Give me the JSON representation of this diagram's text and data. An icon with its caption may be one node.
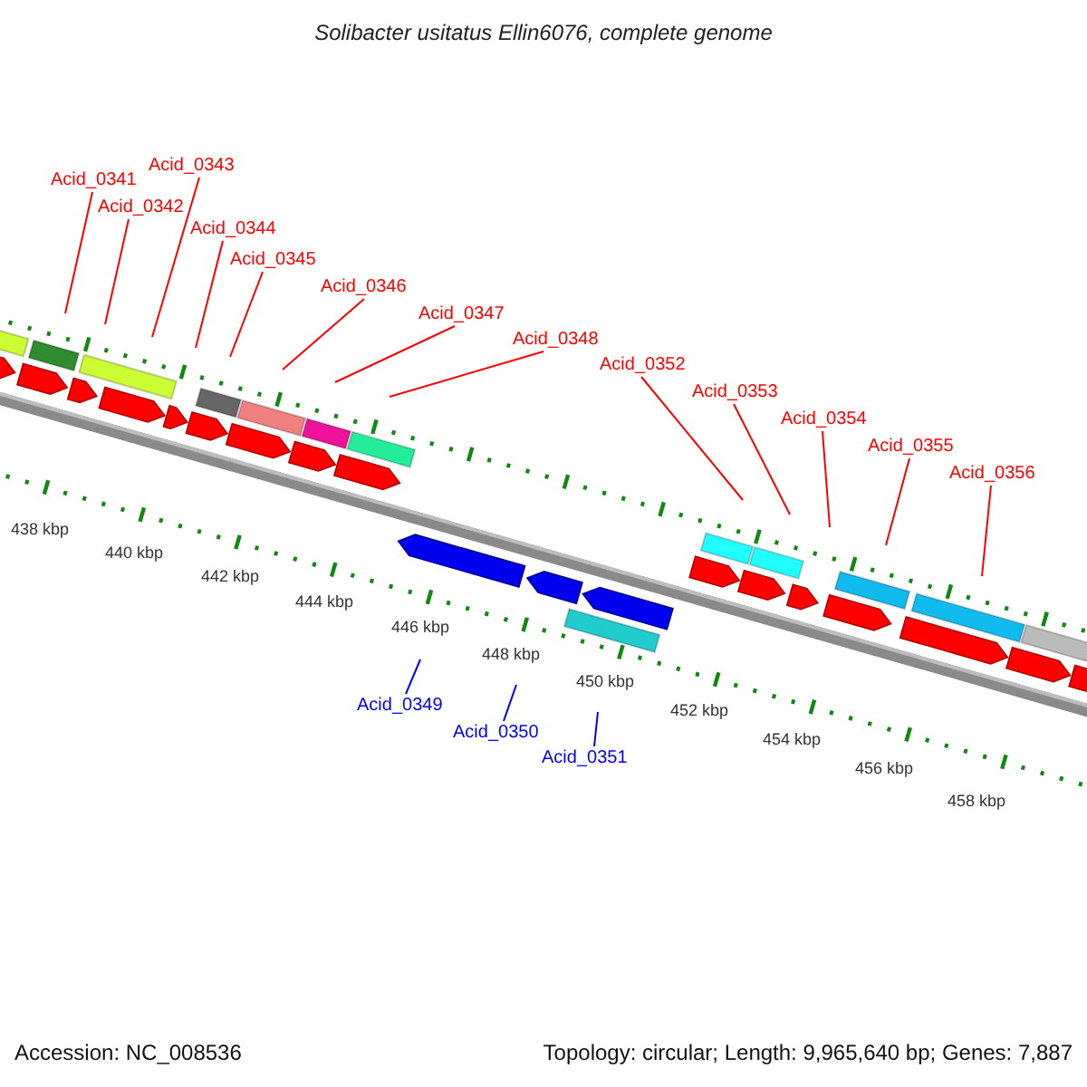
{
  "diagram": {
    "title": "Solibacter usitatus Ellin6076, complete genome",
    "nodes": [
      {
        "text": [
          "Acid_0341"
        ]
      },
      {
        "text": [
          "Acid_0342"
        ]
      },
      {
        "text": [
          "Acid_0343"
        ]
      },
      {
        "text": [
          "Acid_0344"
        ]
      },
      {
        "text": [
          "Acid_0345"
        ]
      },
      {
        "text": [
          "Acid_0346"
        ]
      },
      {
        "text": [
          "Acid_0347"
        ]
      },
      {
        "text": [
          "Acid_0348"
        ]
      },
      {
        "text": [
          "Acid_0352"
        ]
      },
      {
        "text": [
          "Acid_0353"
        ]
      },
      {
        "text": [
          "Acid_0354"
        ]
      },
      {
        "text": [
          "Acid_0355"
        ]
      },
      {
        "text": [
          "Acid_0356"
        ]
      },
      {
        "text": [
          "Acid_0349"
        ]
      },
      {
        "text": [
          "Acid_0350"
        ]
      },
      {
        "text": [
          "Acid_0351"
        ]
      }
    ],
    "edges": [
      {
        "from": 0,
        "to": null,
        "arrow": "none"
      },
      {
        "from": 1,
        "to": null,
        "arrow": "none"
      },
      {
        "from": 2,
        "to": null,
        "arrow": "none"
      },
      {
        "from": 3,
        "to": null,
        "arrow": "none"
      },
      {
        "from": 4,
        "to": null,
        "arrow": "none"
      },
      {
        "from": 5,
        "to": null,
        "arrow": "none"
      },
      {
        "from": 6,
        "to": null,
        "arrow": "none"
      },
      {
        "from": 7,
        "to": null,
        "arrow": "none"
      },
      {
        "from": 8,
        "to": null,
        "arrow": "none"
      },
      {
        "from": 9,
        "to": null,
        "arrow": "none"
      },
      {
        "from": 10,
        "to": null,
        "arrow": "none"
      },
      {
        "from": 11,
        "to": null,
        "arrow": "none"
      },
      {
        "from": 12,
        "to": null,
        "arrow": "none"
      },
      {
        "from": 13,
        "to": null,
        "arrow": "none",
        "color": "#0000ff"
      },
      {
        "from": 14,
        "to": null,
        "arrow": "none",
        "color": "#0000ff"
      },
      {
        "from": 15,
        "to": null,
        "arrow": "none",
        "color": "#0000ff"
      }
    ],
    "labels": [
      "438 kbp",
      "440 kbp",
      "442 kbp",
      "444 kbp",
      "446 kbp",
      "448 kbp",
      "450 kbp",
      "452 kbp",
      "454 kbp",
      "456 kbp",
      "458 kbp",
      "Accession: NC_008536",
      "Topology: circular; Length: 9,965,640 bp; Genes: 7,887"
    ]
  }
}
